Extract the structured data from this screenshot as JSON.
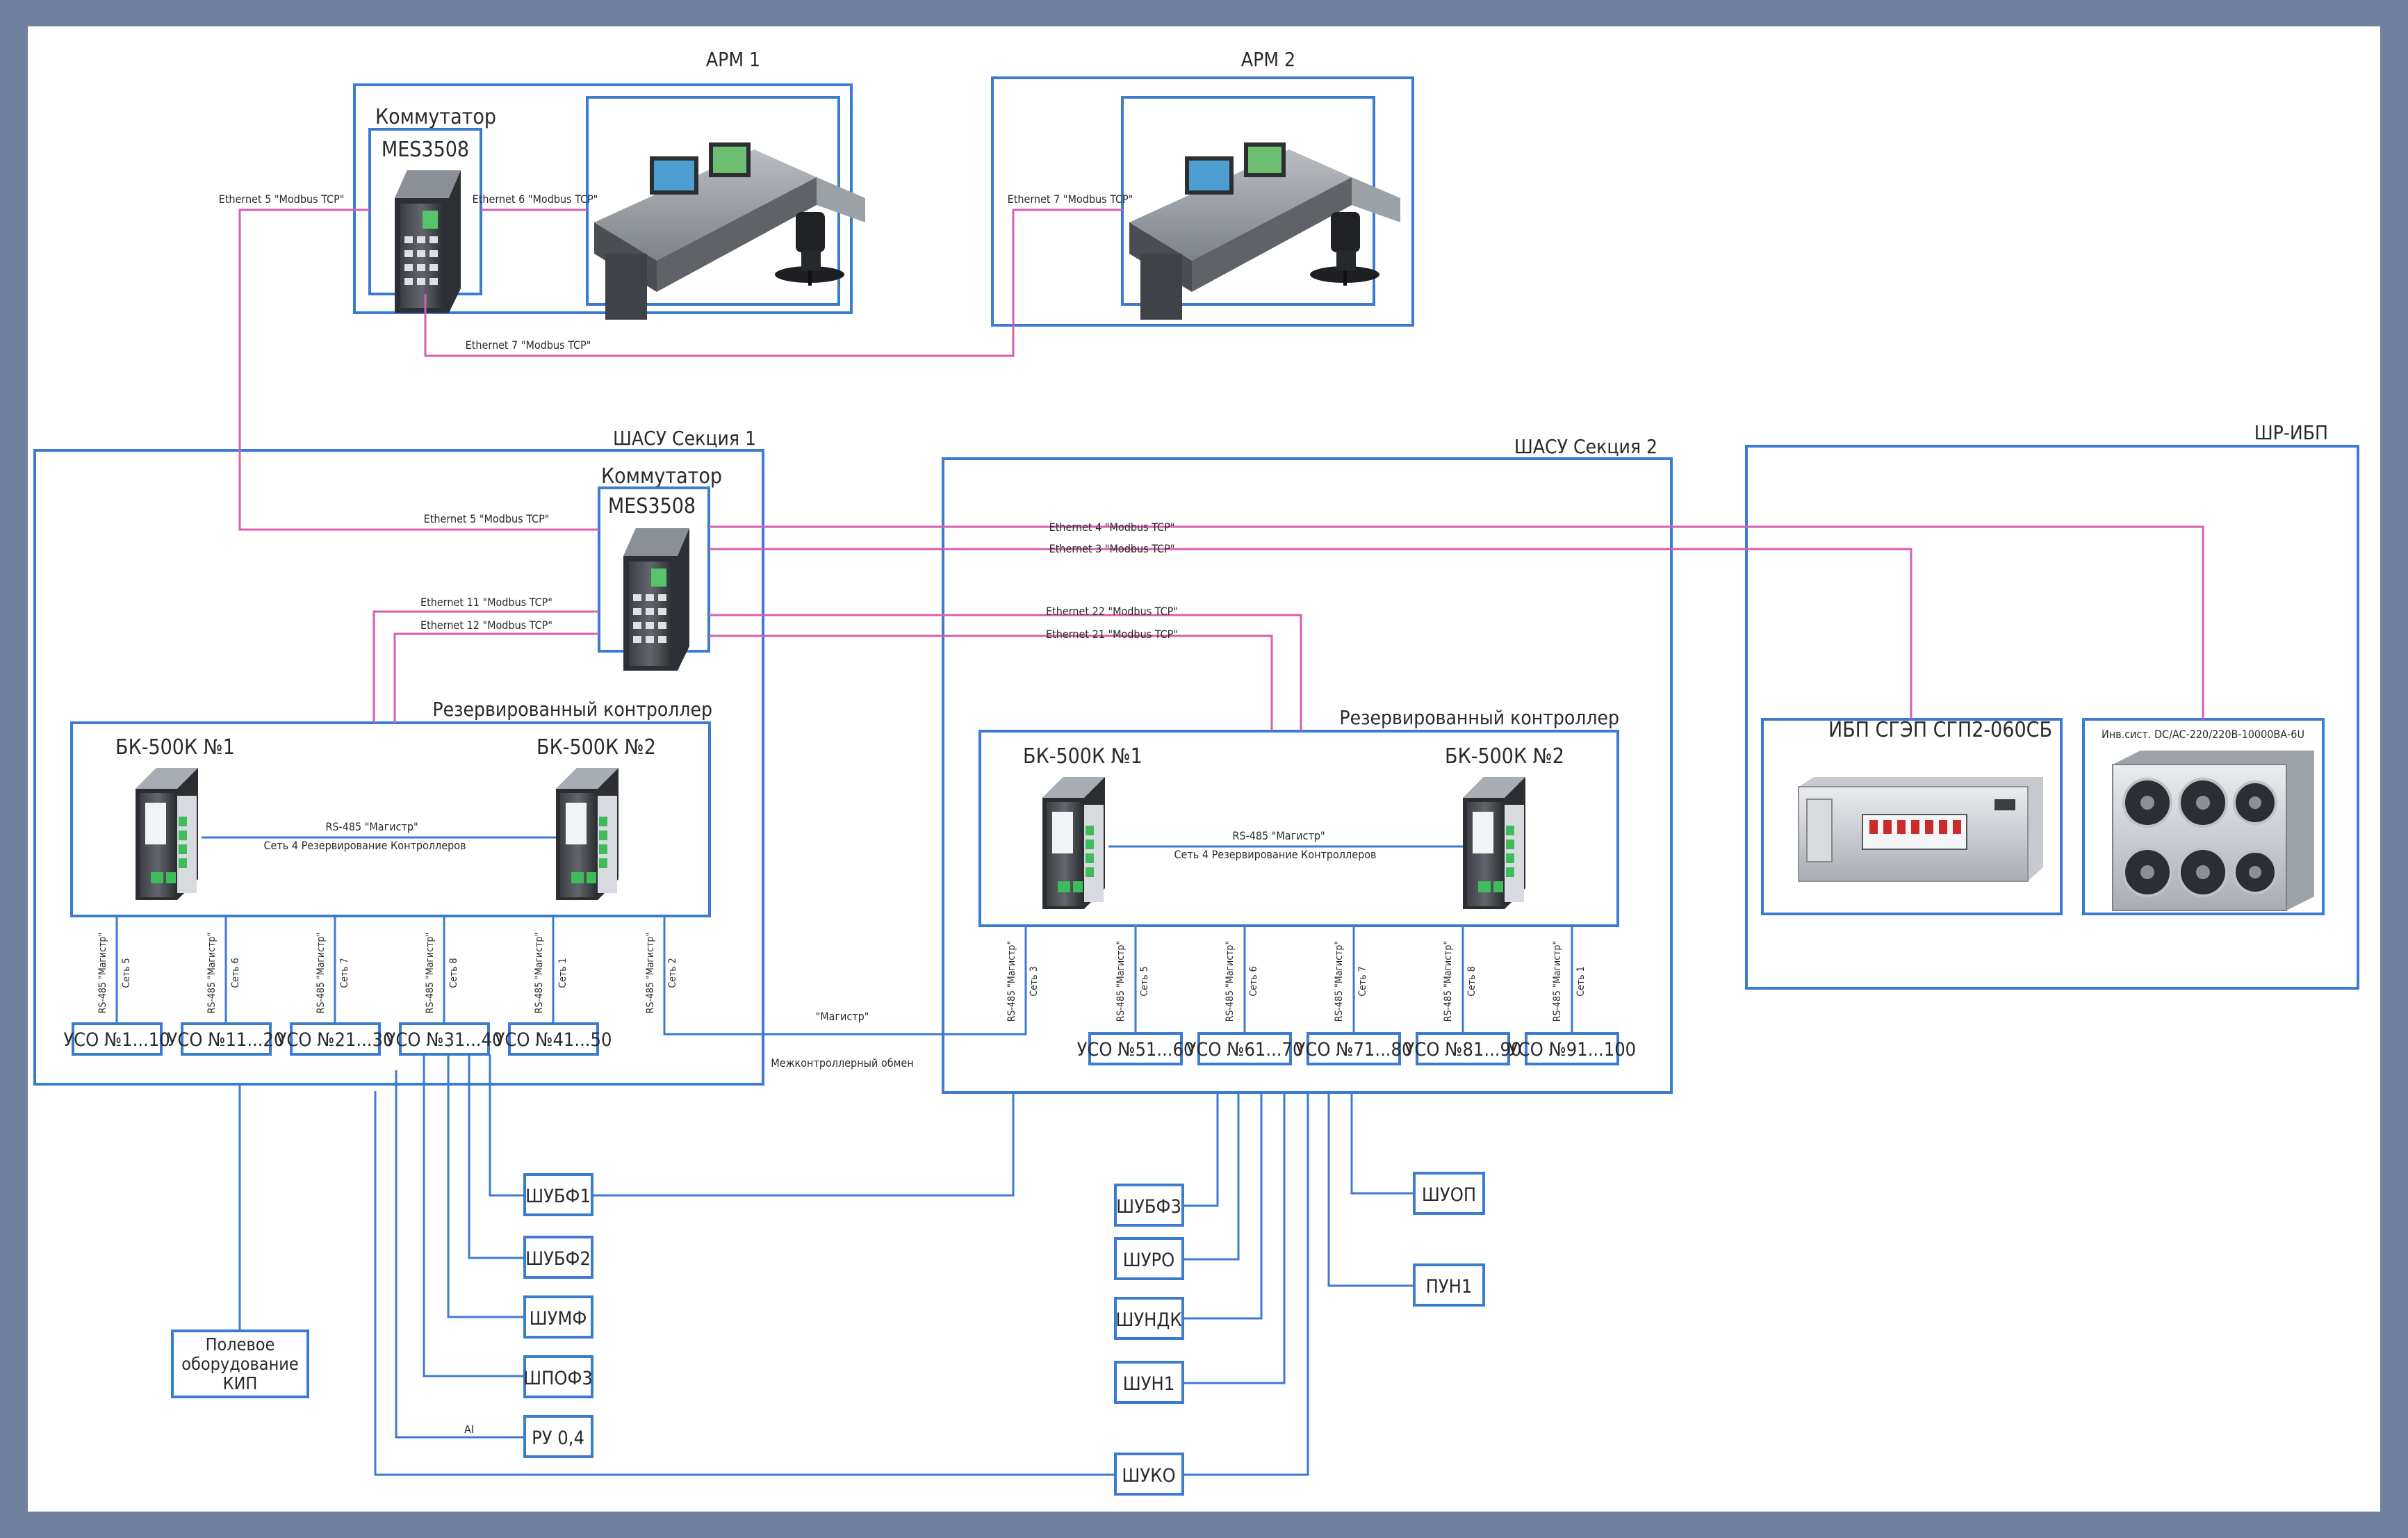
{
  "title": "",
  "arm1": {
    "title": "АРМ 1",
    "switch_title": "Коммутатор",
    "switch_model": "MES3508",
    "eth_left": "Ethernet 5 \"Modbus TCP\"",
    "eth_right": "Ethernet 6 \"Modbus TCP\""
  },
  "arm2": {
    "title": "АРМ 2",
    "eth": "Ethernet 7 \"Modbus TCP\""
  },
  "eth_arm_link": "Ethernet 7 \"Modbus TCP\"",
  "sec1": {
    "title": "ШАСУ Секция 1",
    "switch_title": "Коммутатор",
    "switch_model": "MES3508",
    "eth5": "Ethernet 5 \"Modbus TCP\"",
    "eth11": "Ethernet 11 \"Modbus TCP\"",
    "eth12": "Ethernet 12 \"Modbus TCP\"",
    "controller_title": "Резервированный контроллер",
    "bk1": "БК-500К №1",
    "bk2": "БК-500К №2",
    "rs485_a": "RS-485 \"Магистр\"",
    "rs485_b": "Сеть 4 Резервирование Контроллеров",
    "uso": [
      "УСО №1...10",
      "УСО №11...20",
      "УСО №21...30",
      "УСО №31...40",
      "УСО №41...50"
    ],
    "uso_net_a": "RS-485 \"Магистр\"",
    "uso_nets": [
      "Сеть 5",
      "Сеть 6",
      "Сеть 7",
      "Сеть 8",
      "Сеть 1",
      "Сеть 2"
    ]
  },
  "sec2": {
    "title": "ШАСУ Секция 2",
    "eth4": "Ethernet 4 \"Modbus TCP\"",
    "eth3": "Ethernet 3 \"Modbus TCP\"",
    "eth22": "Ethernet 22 \"Modbus TCP\"",
    "eth21": "Ethernet 21 \"Modbus TCP\"",
    "controller_title": "Резервированный контроллер",
    "bk1": "БК-500К №1",
    "bk2": "БК-500К №2",
    "rs485_a": "RS-485 \"Магистр\"",
    "rs485_b": "Сеть 4 Резервирование Контроллеров",
    "uso": [
      "УСО №51...60",
      "УСО №61...70",
      "УСО №71...80",
      "УСО №81...90",
      "УСО №91...100"
    ],
    "uso_nets": [
      "Сеть 3",
      "Сеть 5",
      "Сеть 6",
      "Сеть 7",
      "Сеть 8",
      "Сеть 1"
    ]
  },
  "link_label": "\"Магистр\"",
  "link_sub": "Межконтроллерный обмен",
  "ups": {
    "title": "ШР-ИБП",
    "ibp_label": "ИБП СГЭП СГП2-060СБ",
    "dc_label": "Инв.сист. DC/AC-220/220В-10000ВА-6U"
  },
  "cabinets_left": [
    "ШУБФ1",
    "ШУБФ2",
    "ШУМФ",
    "ШПОФ3",
    "РУ 0,4"
  ],
  "cabinets_mid": [
    "ШУБФ3",
    "ШУРО",
    "ШУНДК",
    "ШУН1"
  ],
  "cabinets_right": [
    "ШУОП",
    "ПУН1"
  ],
  "shuko": "ШУКО",
  "field": "Полевое оборудование КИП",
  "ai_label": "AI",
  "colors": {
    "frame": "#3b7bd0",
    "ethernet": "#d65fb1",
    "border": "#6f819f"
  }
}
